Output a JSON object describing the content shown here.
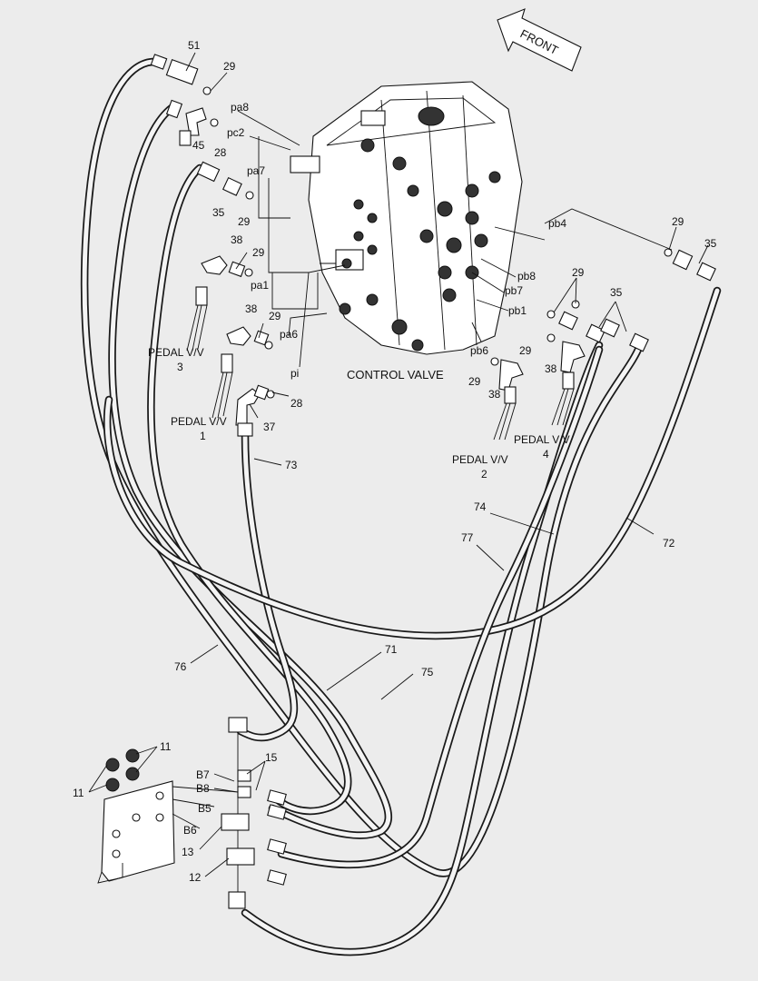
{
  "title": "CONTROL VALVE",
  "front_label": "FRONT",
  "ports": {
    "pa8": "pa8",
    "pc2": "pc2",
    "pa7": "pa7",
    "pa1": "pa1",
    "pa6": "pa6",
    "pi": "pi",
    "pb4": "pb4",
    "pb8": "pb8",
    "pb7": "pb7",
    "pb1": "pb1",
    "pb6": "pb6",
    "b5": "B5",
    "b6": "B6",
    "b7": "B7",
    "b8": "B8"
  },
  "pedals": {
    "p3a": "PEDAL V/V",
    "p3b": "3",
    "p1a": "PEDAL V/V",
    "p1b": "1",
    "p2a": "PEDAL V/V",
    "p2b": "2",
    "p4a": "PEDAL V/V",
    "p4b": "4"
  },
  "callouts": {
    "n51": "51",
    "n29a": "29",
    "n45": "45",
    "n28a": "28",
    "n35a": "35",
    "n29b": "29",
    "n38a": "38",
    "n29c": "29",
    "n38b": "38",
    "n29d": "29",
    "n28b": "28",
    "n37": "37",
    "n73": "73",
    "n29e": "29",
    "n35b": "35",
    "n29f": "29",
    "n35c": "35",
    "n29g": "29",
    "n38c": "38",
    "n29h": "29",
    "n38d": "38",
    "n74": "74",
    "n77": "77",
    "n72": "72",
    "n76": "76",
    "n71": "71",
    "n75": "75",
    "n11a": "11",
    "n11b": "11",
    "n15": "15",
    "n13": "13",
    "n12": "12"
  }
}
